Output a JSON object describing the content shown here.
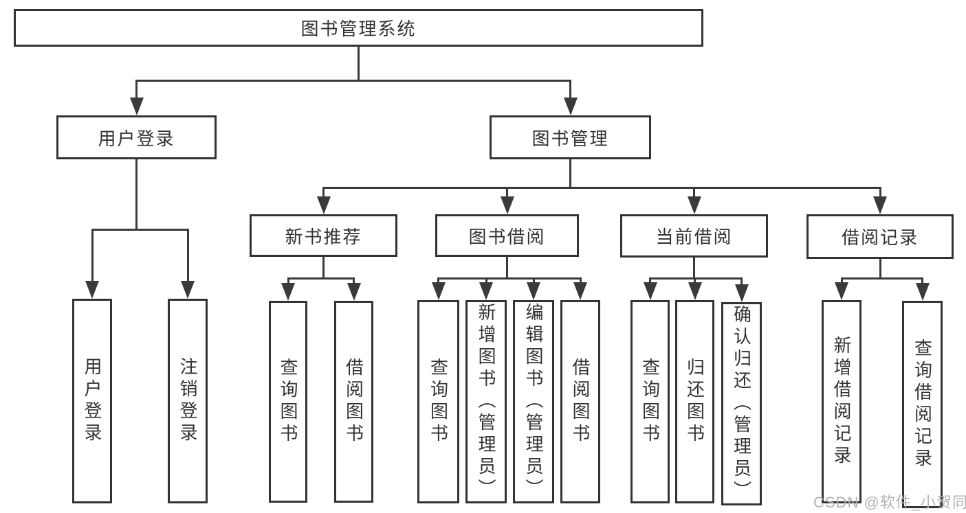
{
  "diagram": {
    "colors": {
      "background": "#ffffff",
      "line": "#3a3a3a",
      "box_border": "#333333",
      "text": "#333333",
      "watermark": "#b3b3b3"
    },
    "nodes": [
      {
        "id": "root",
        "label": "图书管理系统"
      },
      {
        "id": "user-login",
        "label": "用户登录"
      },
      {
        "id": "book-management",
        "label": "图书管理"
      },
      {
        "id": "new-book-recommend",
        "label": "新书推荐"
      },
      {
        "id": "book-borrowing",
        "label": "图书借阅"
      },
      {
        "id": "current-borrowing",
        "label": "当前借阅"
      },
      {
        "id": "borrowing-records",
        "label": "借阅记录"
      },
      {
        "id": "user-login-leaf",
        "label": "用户登录"
      },
      {
        "id": "logout-leaf",
        "label": "注销登录"
      },
      {
        "id": "query-books-recommend",
        "label": "查询图书"
      },
      {
        "id": "borrow-books-recommend",
        "label": "借阅图书"
      },
      {
        "id": "query-books-borrowing",
        "label": "查询图书"
      },
      {
        "id": "add-books-admin",
        "label": "新增图书（管理员）"
      },
      {
        "id": "edit-books-admin",
        "label": "编辑图书（管理员）"
      },
      {
        "id": "borrow-books-borrowing",
        "label": "借阅图书"
      },
      {
        "id": "query-books-current",
        "label": "查询图书"
      },
      {
        "id": "return-books",
        "label": "归还图书"
      },
      {
        "id": "confirm-return-admin",
        "label": "确认归还（管理员）"
      },
      {
        "id": "add-borrow-record",
        "label": "新增借阅记录"
      },
      {
        "id": "query-borrow-record",
        "label": "查询借阅记录"
      }
    ],
    "edges": [
      {
        "from": "root",
        "to": [
          "user-login",
          "book-management"
        ]
      },
      {
        "from": "user-login",
        "to": [
          "user-login-leaf",
          "logout-leaf"
        ]
      },
      {
        "from": "book-management",
        "to": [
          "new-book-recommend",
          "book-borrowing",
          "current-borrowing",
          "borrowing-records"
        ]
      },
      {
        "from": "new-book-recommend",
        "to": [
          "query-books-recommend",
          "borrow-books-recommend"
        ]
      },
      {
        "from": "book-borrowing",
        "to": [
          "query-books-borrowing",
          "add-books-admin",
          "edit-books-admin",
          "borrow-books-borrowing"
        ]
      },
      {
        "from": "current-borrowing",
        "to": [
          "query-books-current",
          "return-books",
          "confirm-return-admin"
        ]
      },
      {
        "from": "borrowing-records",
        "to": [
          "add-borrow-record",
          "query-borrow-record"
        ]
      }
    ],
    "watermark": {
      "text": "CSDN @软件_小贺同学"
    }
  }
}
